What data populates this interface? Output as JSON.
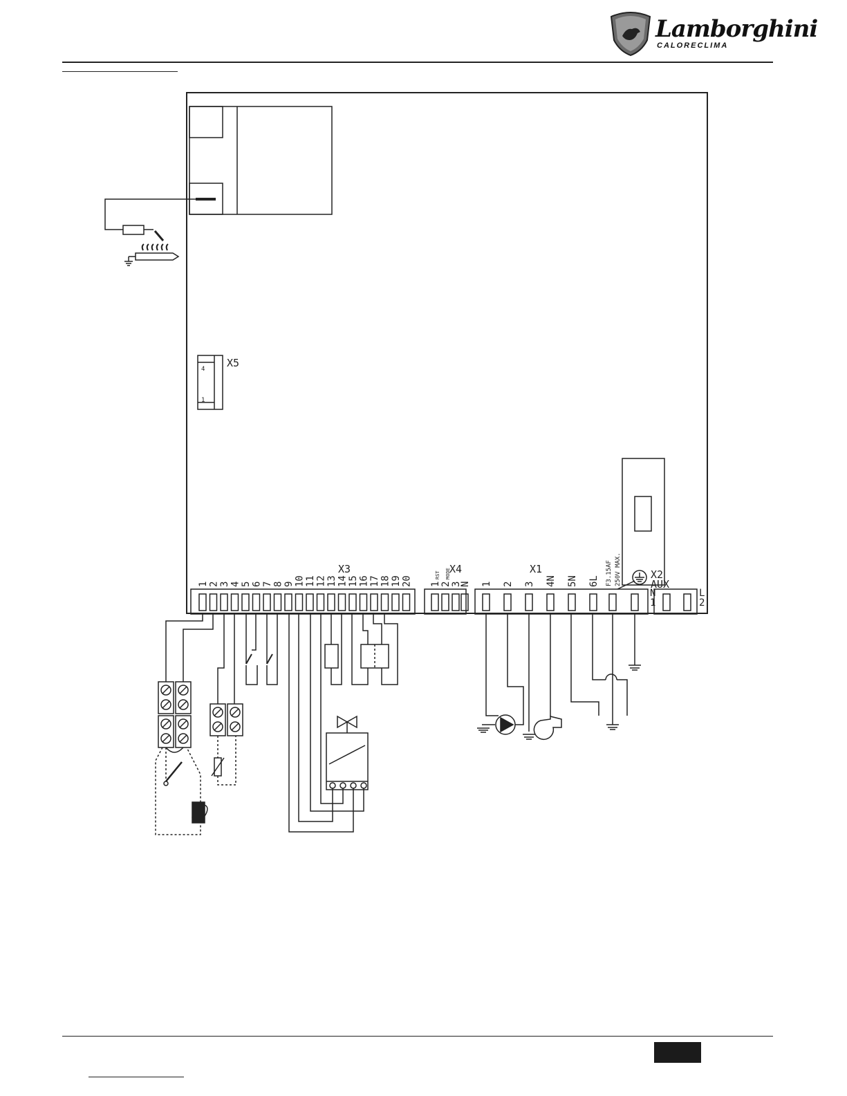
{
  "header": {
    "brand_name": "Lamborghini",
    "brand_sub": "CALORECLIMA"
  },
  "diagram": {
    "connectors": {
      "x3": "X3",
      "x4": "X4",
      "x1": "X1",
      "x2": "X2",
      "x2_sub": "AUX",
      "x5": "X5",
      "x5_pin_top": "4",
      "x5_pin_bottom": "1"
    },
    "x3_terminals": [
      "1",
      "2",
      "3",
      "4",
      "5",
      "6",
      "7",
      "8",
      "9",
      "10",
      "11",
      "12",
      "13",
      "14",
      "15",
      "16",
      "17",
      "18",
      "19",
      "20"
    ],
    "x4_terminals": [
      "1",
      "2",
      "3"
    ],
    "x4_labels": [
      "RST",
      "MODE"
    ],
    "x1_terminals": [
      "N",
      "1",
      "2",
      "3",
      "4N",
      "5N",
      "6L"
    ],
    "fuse_label_1": "F3.15AF",
    "fuse_label_2": "250V MAX.",
    "x2_terminals": [
      "N",
      "1",
      "L",
      "2"
    ]
  }
}
